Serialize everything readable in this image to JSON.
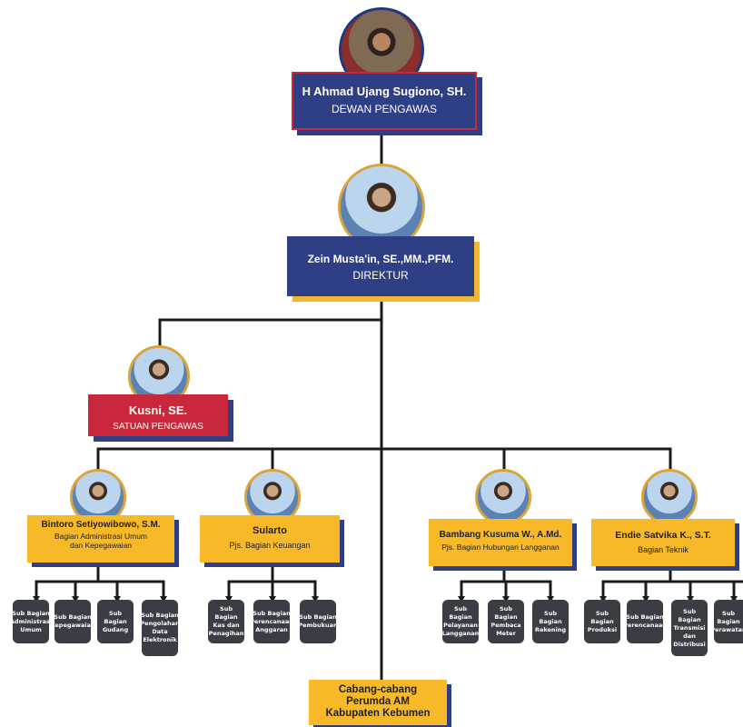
{
  "supervisory_board": {
    "name": "H Ahmad Ujang Sugiono, SH.",
    "role": "DEWAN PENGAWAS"
  },
  "director": {
    "name": "Zein Musta'in, SE.,MM.,PFM.",
    "role": "DIREKTUR"
  },
  "supervisory_unit": {
    "name": "Kusni, SE.",
    "role": "SATUAN PENGAWAS"
  },
  "departments": [
    {
      "name": "Bintoro Setiyowibowo, S.M.",
      "role": "Bagian Administrasi Umum dan Kepegawaian",
      "subs": [
        "Sub Bagian Administrasi Umum",
        "Sub Bagian Kepegawaian",
        "Sub Bagian Gudang",
        "Sub Bagian Pengolahan Data Elektronik"
      ]
    },
    {
      "name": "Sularto",
      "role": "Pjs. Bagian Keuangan",
      "subs": [
        "Sub Bagian Kas dan Penagihan",
        "Sub Bagian Perencanaan Anggaran",
        "Sub Bagian Pembukuan"
      ]
    },
    {
      "name": "Bambang Kusuma W., A.Md.",
      "role": "Pjs. Bagian Hubungan Langganan",
      "subs": [
        "Sub Bagian Pelayanan Langganan",
        "Sub Bagian Pembaca Meter",
        "Sub Bagian Rekening"
      ]
    },
    {
      "name": "Endie Satvika K., S.T.",
      "role": "Bagian Teknik",
      "subs": [
        "Sub Bagian Produksi",
        "Sub Bagian Perencanaan",
        "Sub Bagian Transmisi dan Distribusi",
        "Sub Bagian Perawatan"
      ]
    }
  ],
  "branches": {
    "label": "Cabang-cabang Perumda AM Kabupaten Kebumen"
  },
  "colors": {
    "navy": "#2e3f86",
    "red": "#c8283a",
    "yellow": "#f7b928",
    "dark": "#3a3d44"
  }
}
